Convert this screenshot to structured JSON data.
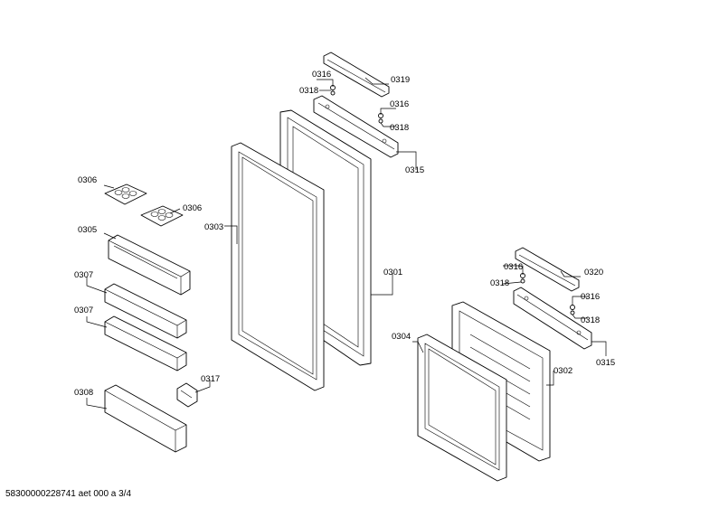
{
  "labels": {
    "l0319": "0319",
    "l0316a": "0316",
    "l0318a": "0318",
    "l0316b": "0316",
    "l0318b": "0318",
    "l0315a": "0315",
    "l0306a": "0306",
    "l0306b": "0306",
    "l0303": "0303",
    "l0305": "0305",
    "l0301": "0301",
    "l0307a": "0307",
    "l0307b": "0307",
    "l0316c": "0316",
    "l0318c": "0318",
    "l0320": "0320",
    "l0316d": "0316",
    "l0318d": "0318",
    "l0315b": "0315",
    "l0304": "0304",
    "l0302": "0302",
    "l0317": "0317",
    "l0308": "0308"
  },
  "footer": "58300000228741 aet 000 a 3/4"
}
